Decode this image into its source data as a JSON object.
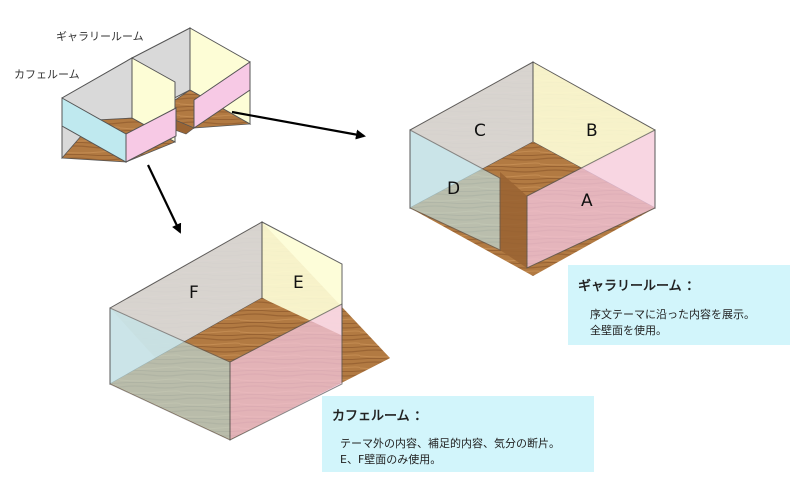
{
  "overview_labels": {
    "gallery": "ギャラリールーム",
    "cafe": "カフェルーム"
  },
  "wall_letters": {
    "a": "A",
    "b": "B",
    "c": "C",
    "d": "D",
    "e": "E",
    "f": "F"
  },
  "gallery_box": {
    "title": "ギャラリールーム ：",
    "lines": [
      "序文テーマに沿った内容を展示。",
      "全壁面を使用。"
    ]
  },
  "cafe_box": {
    "title": "カフェルーム ：",
    "lines": [
      "テーマ外の内容、補足的内容、気分の断片。",
      "E、F壁面のみ使用。"
    ]
  },
  "colors": {
    "gray_wall": "#d9d9d9",
    "yellow_wall": "#fdfdd6",
    "cyan_wall": "#bfe9ef",
    "pink_wall": "#f7c9e5",
    "wood_floor": "#b07840",
    "info_bg": "#d2f5fb"
  }
}
